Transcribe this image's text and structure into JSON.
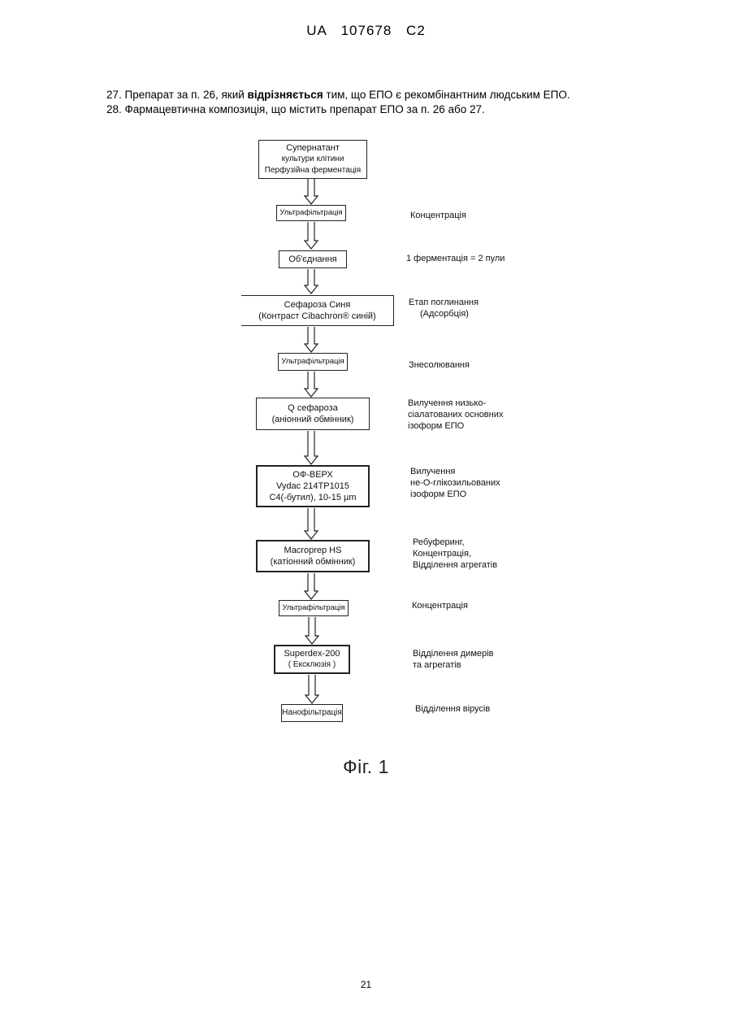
{
  "header": {
    "title": "UA   107678   C2"
  },
  "claims": [
    {
      "pre": "27. Препарат за п. 26, який ",
      "bold": "відрізняється",
      "post": " тим, що ЕПО є рекомбінантним людським ЕПО."
    },
    {
      "text": "28. Фармацевтична композиція, що містить препарат ЕПО за п. 26 або 27."
    }
  ],
  "flow": {
    "steps": [
      {
        "lines": [
          "Супернатант",
          "культури клітини",
          "Перфузійна ферментація"
        ]
      },
      {
        "lines": [
          "Ультрафільтрація"
        ]
      },
      {
        "lines": [
          "Об'єднання"
        ]
      },
      {
        "lines": [
          "Сефароза Синя",
          "(Контраст Cibachron® синій)"
        ]
      },
      {
        "lines": [
          "Ультрафільтрація"
        ]
      },
      {
        "lines": [
          "Q сефароза",
          "(аніонний обмінник)"
        ]
      },
      {
        "lines": [
          "ОФ-ВЕРХ",
          "Vydac 214TP1015",
          "C4(-бутил), 10-15 µm"
        ]
      },
      {
        "lines": [
          "Macroprep HS",
          "(катіонний обмінник)"
        ]
      },
      {
        "lines": [
          "Ультрафільтрація"
        ]
      },
      {
        "lines": [
          "Superdex-200",
          "( Ексклюзія )"
        ]
      },
      {
        "lines": [
          "Нанофільтрація"
        ]
      }
    ],
    "notes": [
      {
        "lines": [
          "Концентрація"
        ]
      },
      {
        "lines": [
          "1 ферментація = 2 пули"
        ]
      },
      {
        "lines": [
          "Етап поглинання",
          "(Адсорбція)"
        ]
      },
      {
        "lines": [
          "Знесолювання"
        ]
      },
      {
        "lines": [
          "Вилучення низько-",
          "сіалатованих основних",
          "ізоформ ЕПО"
        ]
      },
      {
        "lines": [
          "Вилучення",
          "не-О-глікозильованих",
          "ізоформ ЕПО"
        ]
      },
      {
        "lines": [
          "Ребуферинг,",
          "Концентрація,",
          "Відділення агрегатів"
        ]
      },
      {
        "lines": [
          "Концентрація"
        ]
      },
      {
        "lines": [
          "Відділення димерів",
          "та агрегатів"
        ]
      },
      {
        "lines": [
          "Відділення вірусів"
        ]
      }
    ]
  },
  "figure": {
    "caption": "Фіг. 1"
  },
  "page_number": "21"
}
